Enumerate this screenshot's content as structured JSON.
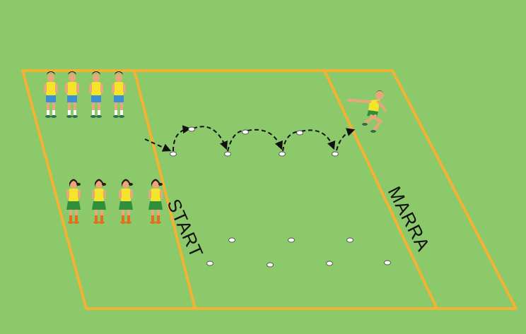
{
  "labels": {
    "start": "START",
    "finish": "MARRA"
  },
  "colors": {
    "grass": "#8cc96b",
    "grass_dark": "#7fbf5e",
    "court_line": "#f2b233",
    "marker": "#ffffff",
    "arrow": "#111111",
    "shirt": "#f5e52a",
    "boy_shorts": "#3a8fd6",
    "girl_shorts": "#2f8f3a",
    "socks": "#e0701e",
    "hair": "#2a1a10",
    "skin": "#e8a77a"
  },
  "icons": {
    "boy": "standing-boy-figure",
    "girl": "standing-girl-figure",
    "jumper": "jumping-boy-figure",
    "marker": "cone-marker",
    "arrow": "dashed-hop-arrow"
  },
  "groups": {
    "boys_count": 4,
    "girls_count": 4
  }
}
